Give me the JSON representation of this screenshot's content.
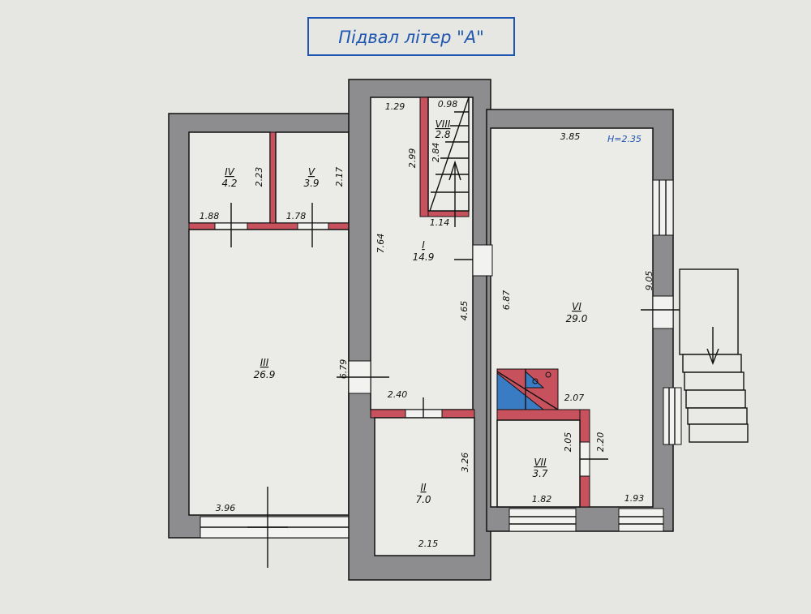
{
  "title": "Підвал літер \"А\"",
  "ceiling_height": "H=2.35",
  "rooms": {
    "I": {
      "number": "I",
      "area": "14.9"
    },
    "II": {
      "number": "II",
      "area": "7.0"
    },
    "III": {
      "number": "III",
      "area": "26.9"
    },
    "IV": {
      "number": "IV",
      "area": "4.2"
    },
    "V": {
      "number": "V",
      "area": "3.9"
    },
    "VI": {
      "number": "VI",
      "area": "29.0"
    },
    "VII": {
      "number": "VII",
      "area": "3.7"
    },
    "VIII": {
      "number": "VIII",
      "area": "2.8"
    }
  },
  "dimensions": {
    "iv_w": "1.88",
    "iv_h": "2.23",
    "v_w": "1.78",
    "v_h": "2.17",
    "iii_w": "3.96",
    "iii_h": "6.79",
    "i_top": "1.29",
    "i_h": "7.64",
    "i_side": "2.99",
    "i_right": "4.65",
    "i_bottom": "2.40",
    "viii_top": "0.98",
    "viii_h": "2.84",
    "viii_bottom": "1.14",
    "ii_h": "3.26",
    "ii_w": "2.15",
    "vi_top": "3.85",
    "vi_left": "6.87",
    "vi_right": "9.05",
    "vi_bottom": "1.93",
    "stove_w": "2.07",
    "vii_h": "2.05",
    "vii_h2": "2.20",
    "vii_w": "1.82"
  },
  "colors": {
    "wall": "#8d8d90",
    "partition": "#c7525d",
    "title": "#1f56b0",
    "stove_blue": "#3a7cc4"
  }
}
